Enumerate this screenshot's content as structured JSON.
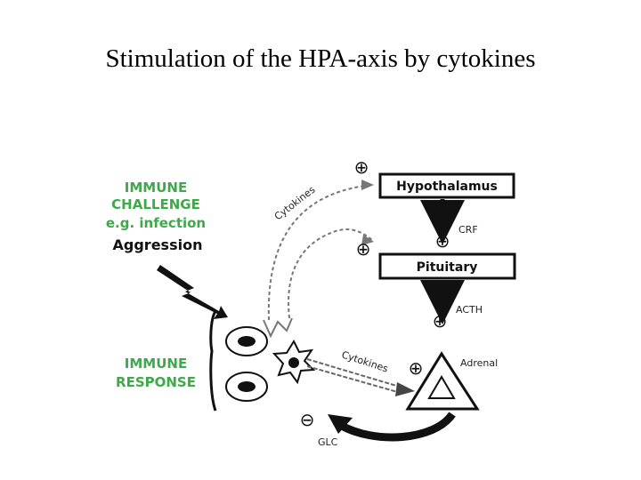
{
  "title": "Stimulation of the HPA-axis by cytokines",
  "diagram": {
    "immune_challenge": [
      "IMMUNE",
      "CHALLENGE",
      "e.g. infection"
    ],
    "aggression": "Aggression",
    "immune_response": [
      "IMMUNE",
      "RESPONSE"
    ],
    "hypothalamus": "Hypothalamus",
    "pituitary": "Pituitary",
    "crf": "CRF",
    "acth": "ACTH",
    "adrenal": "Adrenal",
    "cytokines_upper": "Cytokines",
    "cytokines_lower": "Cytokines",
    "glc": "GLC",
    "plus_sign": "⊕",
    "minus_sign": "⊖",
    "colors": {
      "green": "#3fa84a",
      "black": "#111111"
    }
  }
}
